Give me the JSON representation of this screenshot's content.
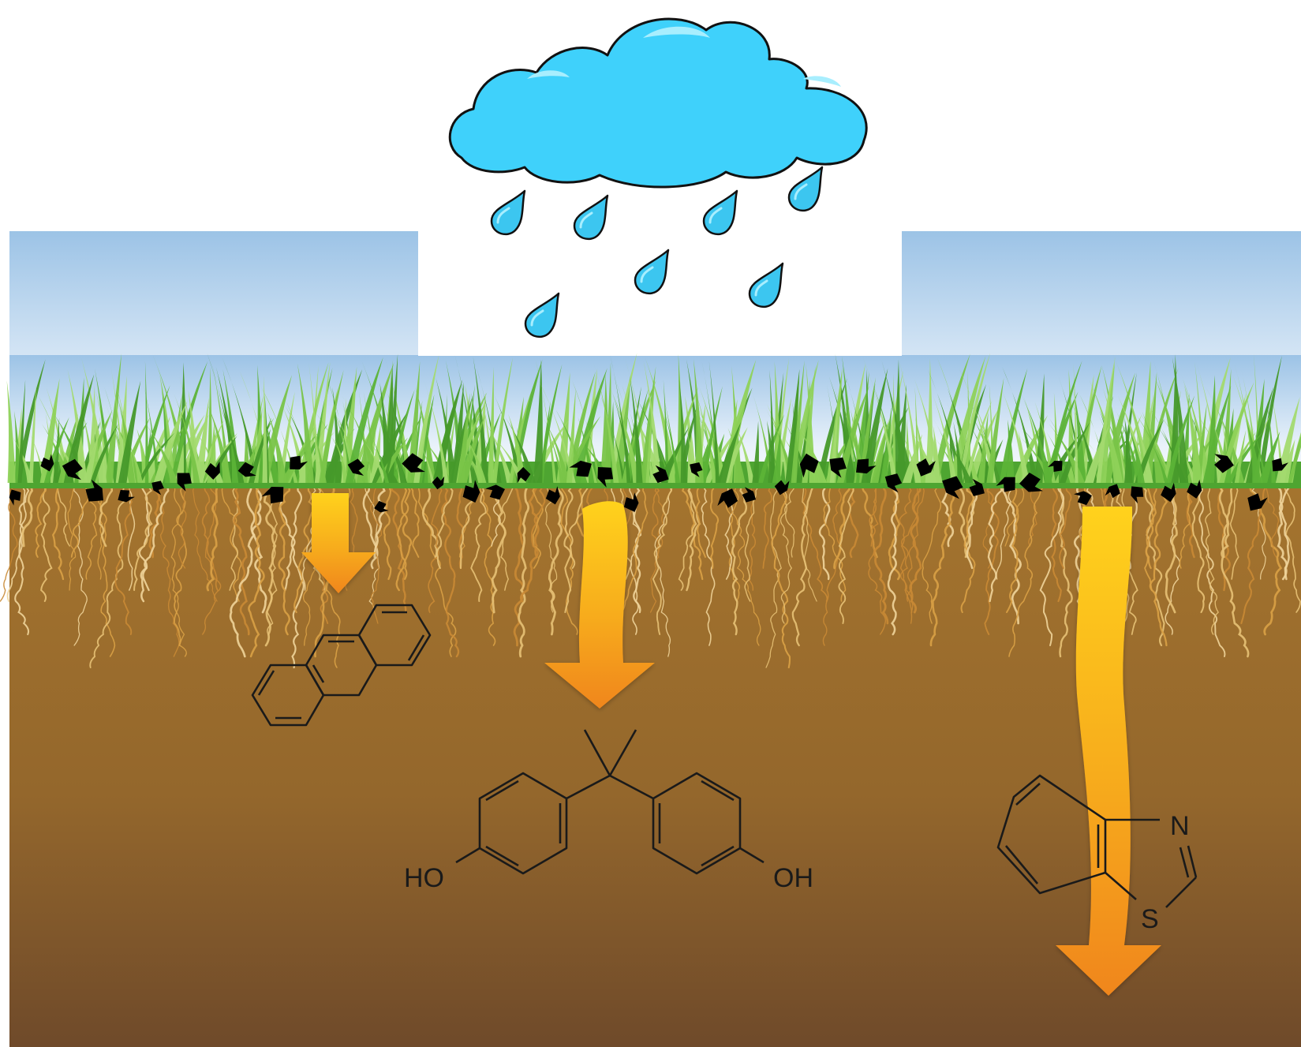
{
  "scene": {
    "elements": [
      "rain-cloud",
      "raindrops",
      "grass",
      "plastic-particles",
      "roots",
      "soil"
    ],
    "colors": {
      "sky_top": "#9cc3e6",
      "sky_bottom": "#ffffff",
      "cloud": "#3fd1fb",
      "cloud_highlight": "#a8eefe",
      "drop": "#3cc6f0",
      "grass": "#5cb337",
      "grass_light": "#8fd25a",
      "root": "#e0b15a",
      "soil_top": "#a4742e",
      "soil_bottom": "#6f4a2a",
      "arrow_top": "#ffd21a",
      "arrow_bottom": "#f08a1c",
      "particles": "#000000",
      "bonds": "#1a1a1a"
    }
  },
  "arrows": [
    {
      "name": "shallow-leaching-arrow",
      "depth": "shallow"
    },
    {
      "name": "medium-leaching-arrow",
      "depth": "medium"
    },
    {
      "name": "deep-leaching-arrow",
      "depth": "deep"
    }
  ],
  "molecules": {
    "phenanthrene": {
      "atom_labels": []
    },
    "bisphenol_a": {
      "left_oh": "HO",
      "right_oh": "OH"
    },
    "benzothiazole": {
      "n_label": "N",
      "s_label": "S"
    }
  }
}
